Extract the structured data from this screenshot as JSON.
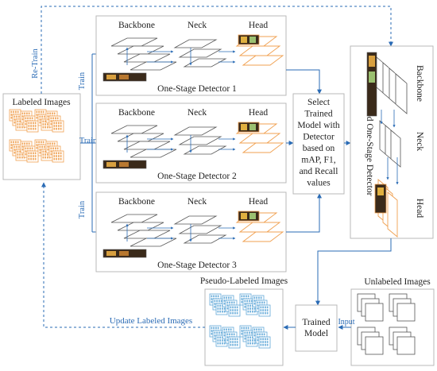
{
  "labeled_images": {
    "title": "Labeled Images"
  },
  "retrain_label": "Re-Train",
  "train_labels": {
    "to_detector_1": "Train",
    "to_detector_2": "Train",
    "to_detector_3": "Train"
  },
  "detectors": [
    {
      "backbone": "Backbone",
      "neck": "Neck",
      "head": "Head",
      "caption": "One-Stage Detector 1"
    },
    {
      "backbone": "Backbone",
      "neck": "Neck",
      "head": "Head",
      "caption": "One-Stage Detector 2"
    },
    {
      "backbone": "Backbone",
      "neck": "Neck",
      "head": "Head",
      "caption": "One-Stage Detector 3"
    }
  ],
  "select_box": {
    "lines": [
      "Select",
      "Trained",
      "Model with",
      "Detector",
      "based on",
      "mAP, F1,",
      "and Recall",
      "values"
    ]
  },
  "selected_detector": {
    "title": "Selected One-Stage Detector",
    "backbone": "Backbone",
    "neck": "Neck",
    "head": "Head"
  },
  "unlabeled_images": {
    "title": "Unlabeled Images"
  },
  "input_label": "Input",
  "trained_model": {
    "lines": [
      "Trained",
      "Model"
    ]
  },
  "pseudo_labeled": {
    "title": "Pseudo-Labeled Images"
  },
  "update_label": "Update Labeled Images",
  "colors": {
    "arrow_blue": "#2a6bb5",
    "label_orange": "#f0a050",
    "pseudo_blue": "#62a8d8",
    "box_border": "#b9b9b9"
  }
}
